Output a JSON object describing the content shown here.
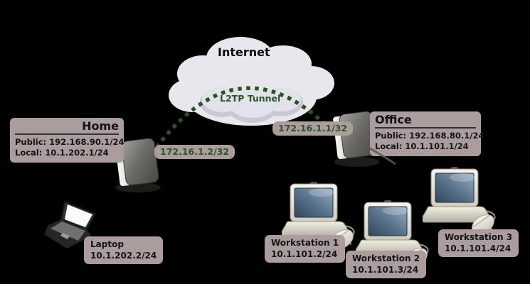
{
  "cloud": {
    "label": "Internet"
  },
  "tunnel": {
    "label": "L2TP Tunnel",
    "left_ip": "172.16.1.2/32",
    "right_ip": "172.16.1.1/32"
  },
  "home": {
    "title": "Home",
    "public": "Public: 192.168.90.1/24",
    "local": "Local: 10.1.202.1/24"
  },
  "office": {
    "title": "Office",
    "public": "Public: 192.168.80.1/24",
    "local": "Local: 10.1.101.1/24"
  },
  "devices": [
    {
      "name": "Laptop",
      "ip": "10.1.202.2/24"
    },
    {
      "name": "Workstation 1",
      "ip": "10.1.101.2/24"
    },
    {
      "name": "Workstation 2",
      "ip": "10.1.101.3/24"
    },
    {
      "name": "Workstation 3",
      "ip": "10.1.101.4/24"
    }
  ],
  "colors": {
    "background": "#000000",
    "label_background": "#ab9d9d",
    "tunnel_green": "#2d5426",
    "arrow_orange": "#b2602a",
    "cloud_gray": "#e7e7ed"
  }
}
